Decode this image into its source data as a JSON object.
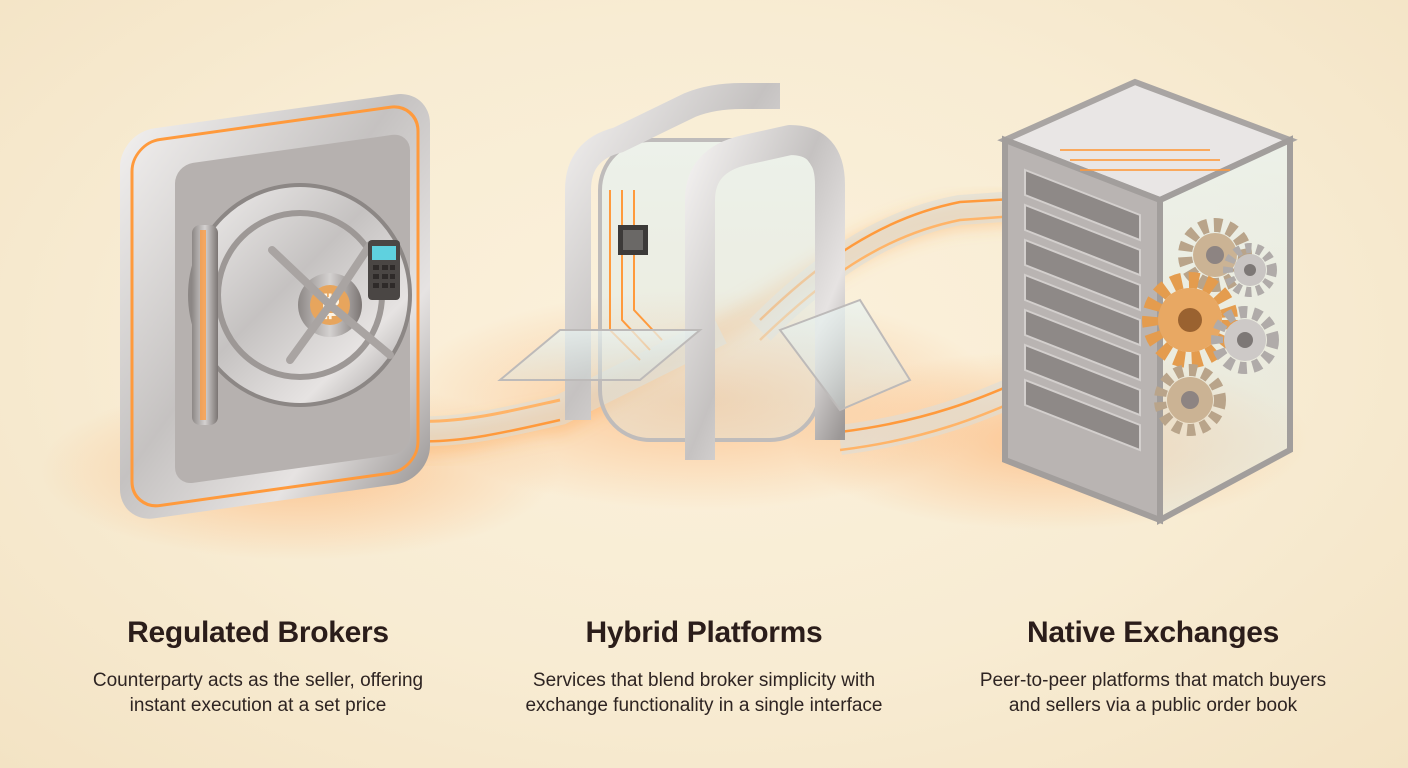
{
  "columns": [
    {
      "title": "Regulated Brokers",
      "line1": "Counterparty acts as the seller, offering",
      "line2": "instant execution at a set price"
    },
    {
      "title": "Hybrid Platforms",
      "line1": "Services that blend broker simplicity with",
      "line2": "exchange functionality in a single interface"
    },
    {
      "title": "Native Exchanges",
      "line1": "Peer-to-peer platforms that match buyers",
      "line2": "and sellers via a public order book"
    }
  ],
  "illustration": {
    "vault_symbol": "₿",
    "icons": [
      "vault-icon",
      "portal-icon",
      "server-rack-icon",
      "gear-icon"
    ],
    "colors": {
      "glow": "#ff9a3c",
      "metal": "#c9c6c4",
      "background": "#f9eed8"
    }
  }
}
